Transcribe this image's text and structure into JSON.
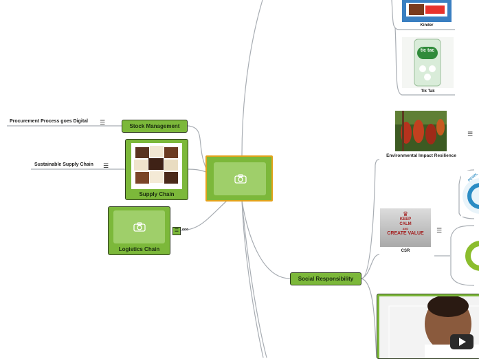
{
  "central": {
    "icon": "camera-icon"
  },
  "topics": {
    "stock_management": "Stock Management",
    "supply_chain": "Supply Chain",
    "logistics_chain": "Logistics Chain",
    "social_responsibility": "Social Responsibility"
  },
  "leaves": {
    "procurement": "Procurement Process goes Digital",
    "sustainable": "Sustainable Supply Chain",
    "logistics_small": "ooo"
  },
  "images": {
    "kinder": "Kinder",
    "tictac": "Tik Tak",
    "environmental": "Environmental Impact Resilience",
    "csr": "CSR",
    "csr_sign_line1": "KEEP",
    "csr_sign_line2": "CALM",
    "csr_sign_line3": "AND",
    "csr_sign_line4": "CREATE VALUE",
    "tictac_logo": "tic tac",
    "people_badge": "PEOPL"
  },
  "colors": {
    "topic_green": "#7cb83a",
    "central_border": "#e3a21a",
    "line_grey": "#9aa0a6"
  }
}
